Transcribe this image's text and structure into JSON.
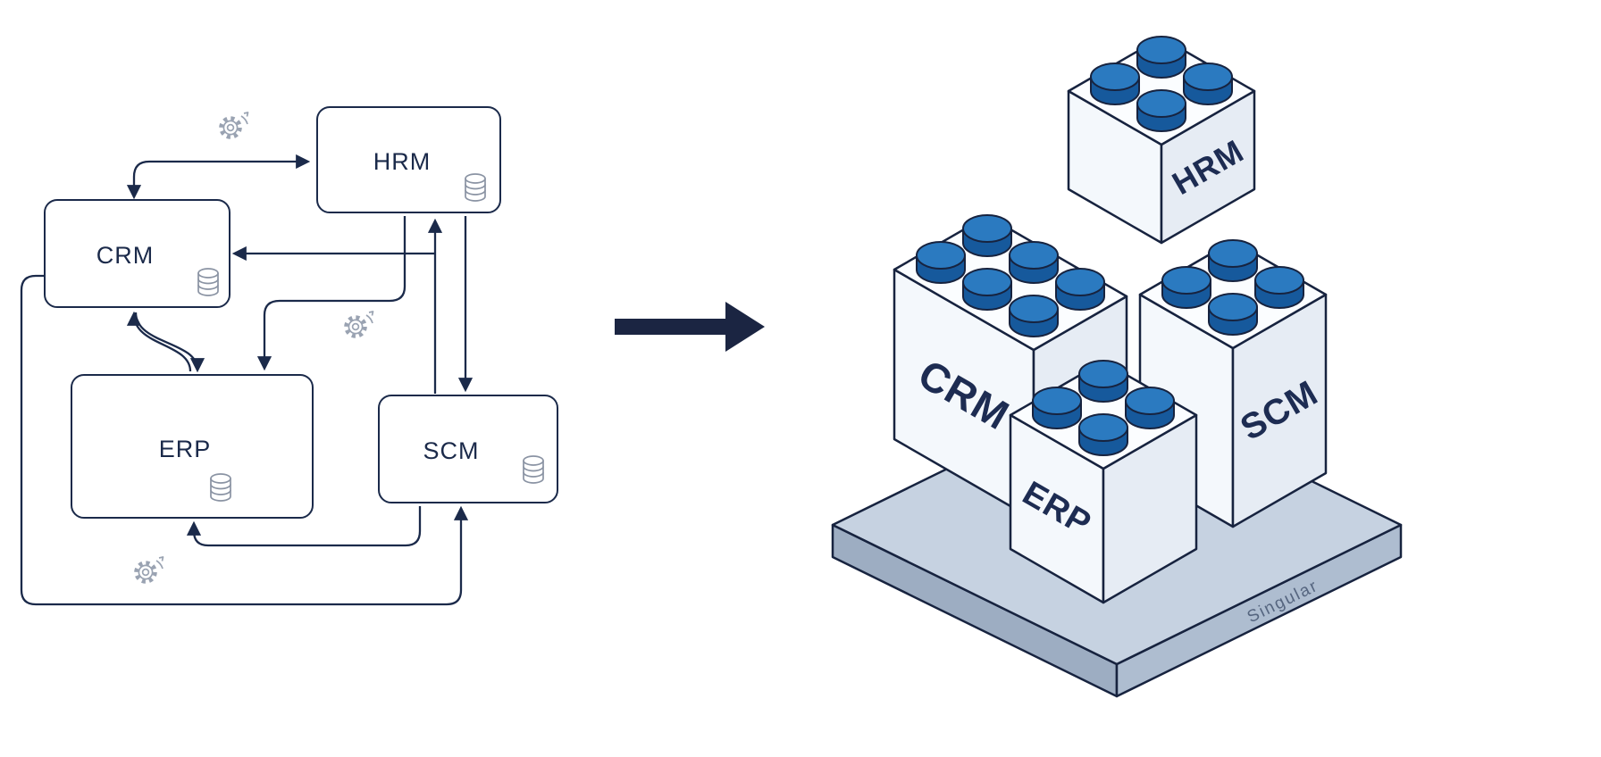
{
  "left_diagram": {
    "title_hidden": "",
    "systems": [
      {
        "id": "hrm",
        "label": "HRM"
      },
      {
        "id": "crm",
        "label": "CRM"
      },
      {
        "id": "erp",
        "label": "ERP"
      },
      {
        "id": "scm",
        "label": "SCM"
      }
    ],
    "connections": [
      {
        "from": "CRM",
        "to": "HRM",
        "bidirectional": true
      },
      {
        "from": "ERP",
        "to": "CRM",
        "bidirectional": false
      },
      {
        "from": "CRM",
        "to": "ERP",
        "bidirectional": false
      },
      {
        "from": "HRM",
        "to": "ERP",
        "bidirectional": false
      },
      {
        "from": "HRM",
        "to": "CRM",
        "bidirectional": false
      },
      {
        "from": "SCM",
        "to": "HRM",
        "bidirectional": false
      },
      {
        "from": "HRM",
        "to": "SCM",
        "bidirectional": false
      },
      {
        "from": "SCM",
        "to": "ERP",
        "bidirectional": false
      },
      {
        "from": "CRM",
        "to": "SCM",
        "bidirectional": false
      }
    ],
    "icons": {
      "database": "database-cylinder-icon",
      "sync": "gear-sync-icon"
    }
  },
  "right_illustration": {
    "blocks": [
      {
        "id": "hrm",
        "label": "HRM"
      },
      {
        "id": "crm",
        "label": "CRM"
      },
      {
        "id": "erp",
        "label": "ERP"
      },
      {
        "id": "scm",
        "label": "SCM"
      }
    ],
    "platform_label": "Singular"
  },
  "colors": {
    "ink_navy": "#1b2a4a",
    "outline_navy": "#17233f",
    "stud_blue_top": "#2b7ac0",
    "stud_blue_side": "#16599c",
    "plate_top": "#c6d2e1",
    "plate_left": "#9dadc2",
    "plate_right": "#aebdd0",
    "icon_gray": "#9aa3b2"
  }
}
